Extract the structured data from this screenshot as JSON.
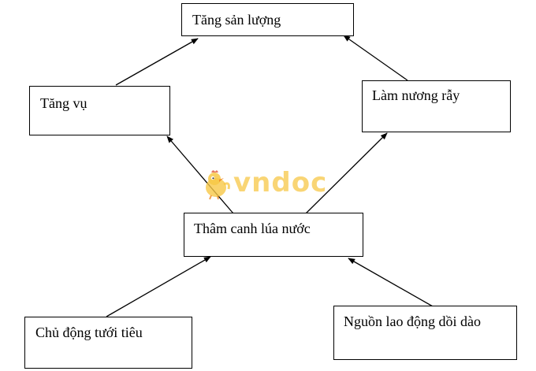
{
  "diagram": {
    "nodes": {
      "top": {
        "label": "Tăng sản lượng"
      },
      "left": {
        "label": "Tăng vụ"
      },
      "right": {
        "label": "Làm nương rẫy"
      },
      "center": {
        "label": "Thâm canh lúa nước"
      },
      "bottom_left": {
        "label": "Chủ động tưới tiêu"
      },
      "bottom_right": {
        "label": "Nguồn lao động dồi dào"
      }
    },
    "edges": [
      {
        "from": "bottom_left",
        "to": "center"
      },
      {
        "from": "bottom_right",
        "to": "center"
      },
      {
        "from": "center",
        "to": "left"
      },
      {
        "from": "center",
        "to": "right"
      },
      {
        "from": "left",
        "to": "top"
      },
      {
        "from": "right",
        "to": "top"
      }
    ]
  },
  "watermark": {
    "text": "vndoc",
    "icon": "chick-mascot-icon",
    "color": "#f7c847"
  }
}
